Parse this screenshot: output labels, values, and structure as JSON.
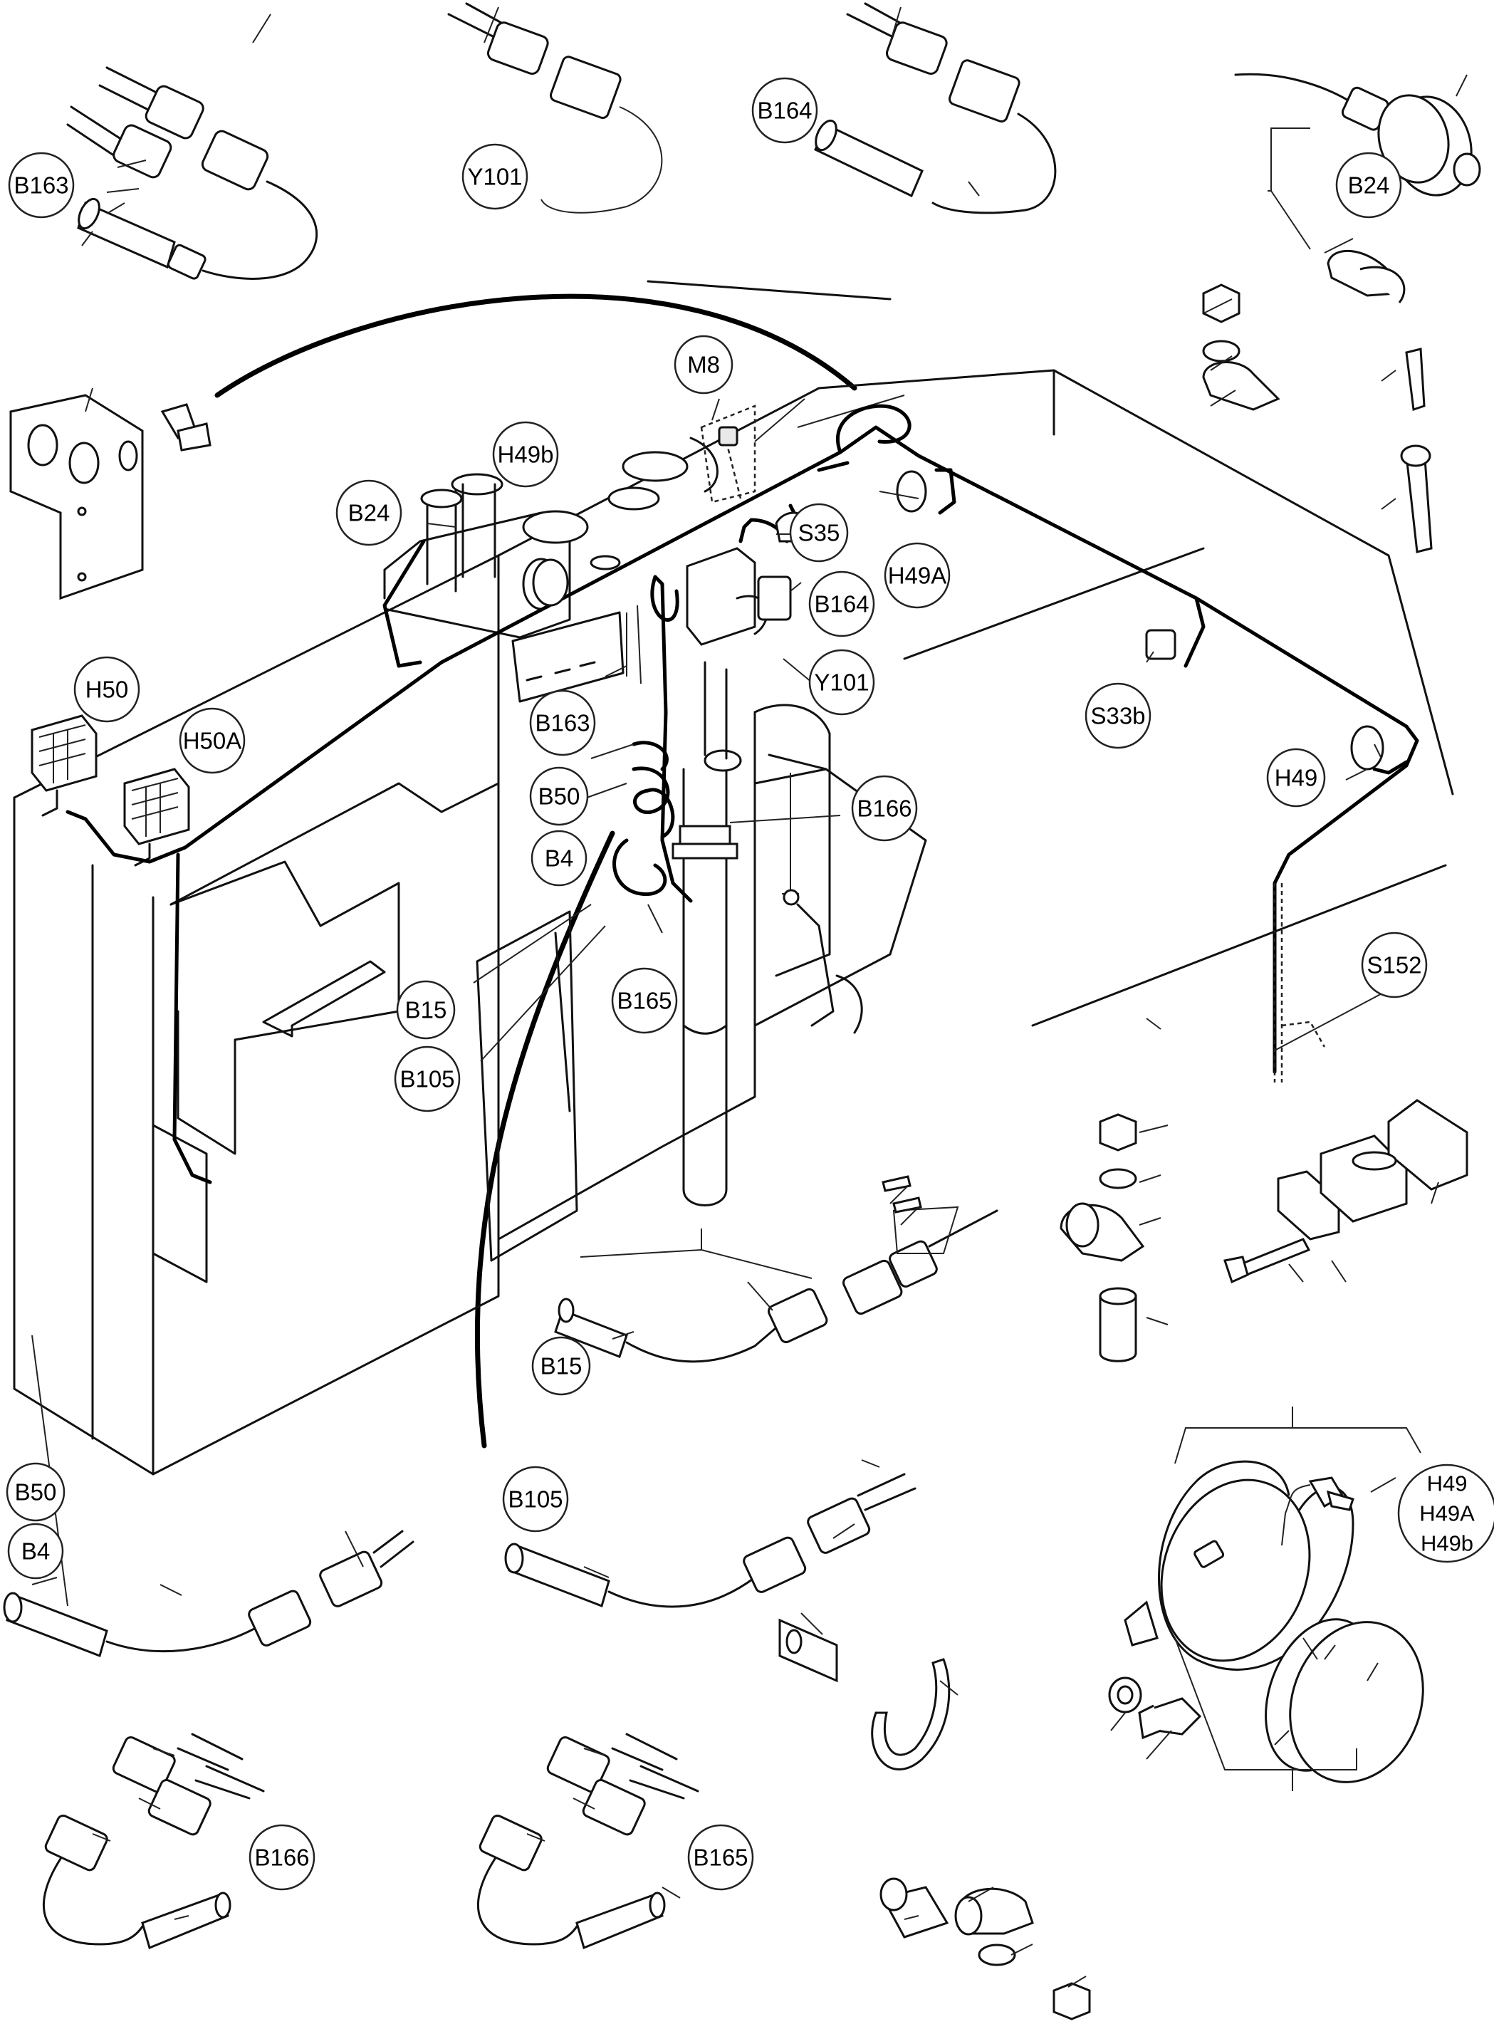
{
  "callouts": {
    "b163_top": "B163",
    "y101_top": "Y101",
    "b164_top": "B164",
    "b24_top": "B24",
    "m8": "M8",
    "h49b": "H49b",
    "b24": "B24",
    "s35": "S35",
    "h49a": "H49A",
    "b164": "B164",
    "y101": "Y101",
    "h50": "H50",
    "h50a": "H50A",
    "b163": "B163",
    "s33b": "S33b",
    "h49": "H49",
    "b50": "B50",
    "b166": "B166",
    "b4": "B4",
    "s152": "S152",
    "b15": "B15",
    "b165": "B165",
    "b105": "B105",
    "b15_detail": "B15",
    "b50_detail": "B50",
    "b4_detail": "B4",
    "b105_detail": "B105",
    "h49_group": [
      "H49",
      "H49A",
      "H49b"
    ],
    "b166_detail": "B166",
    "b165_detail": "B165"
  }
}
